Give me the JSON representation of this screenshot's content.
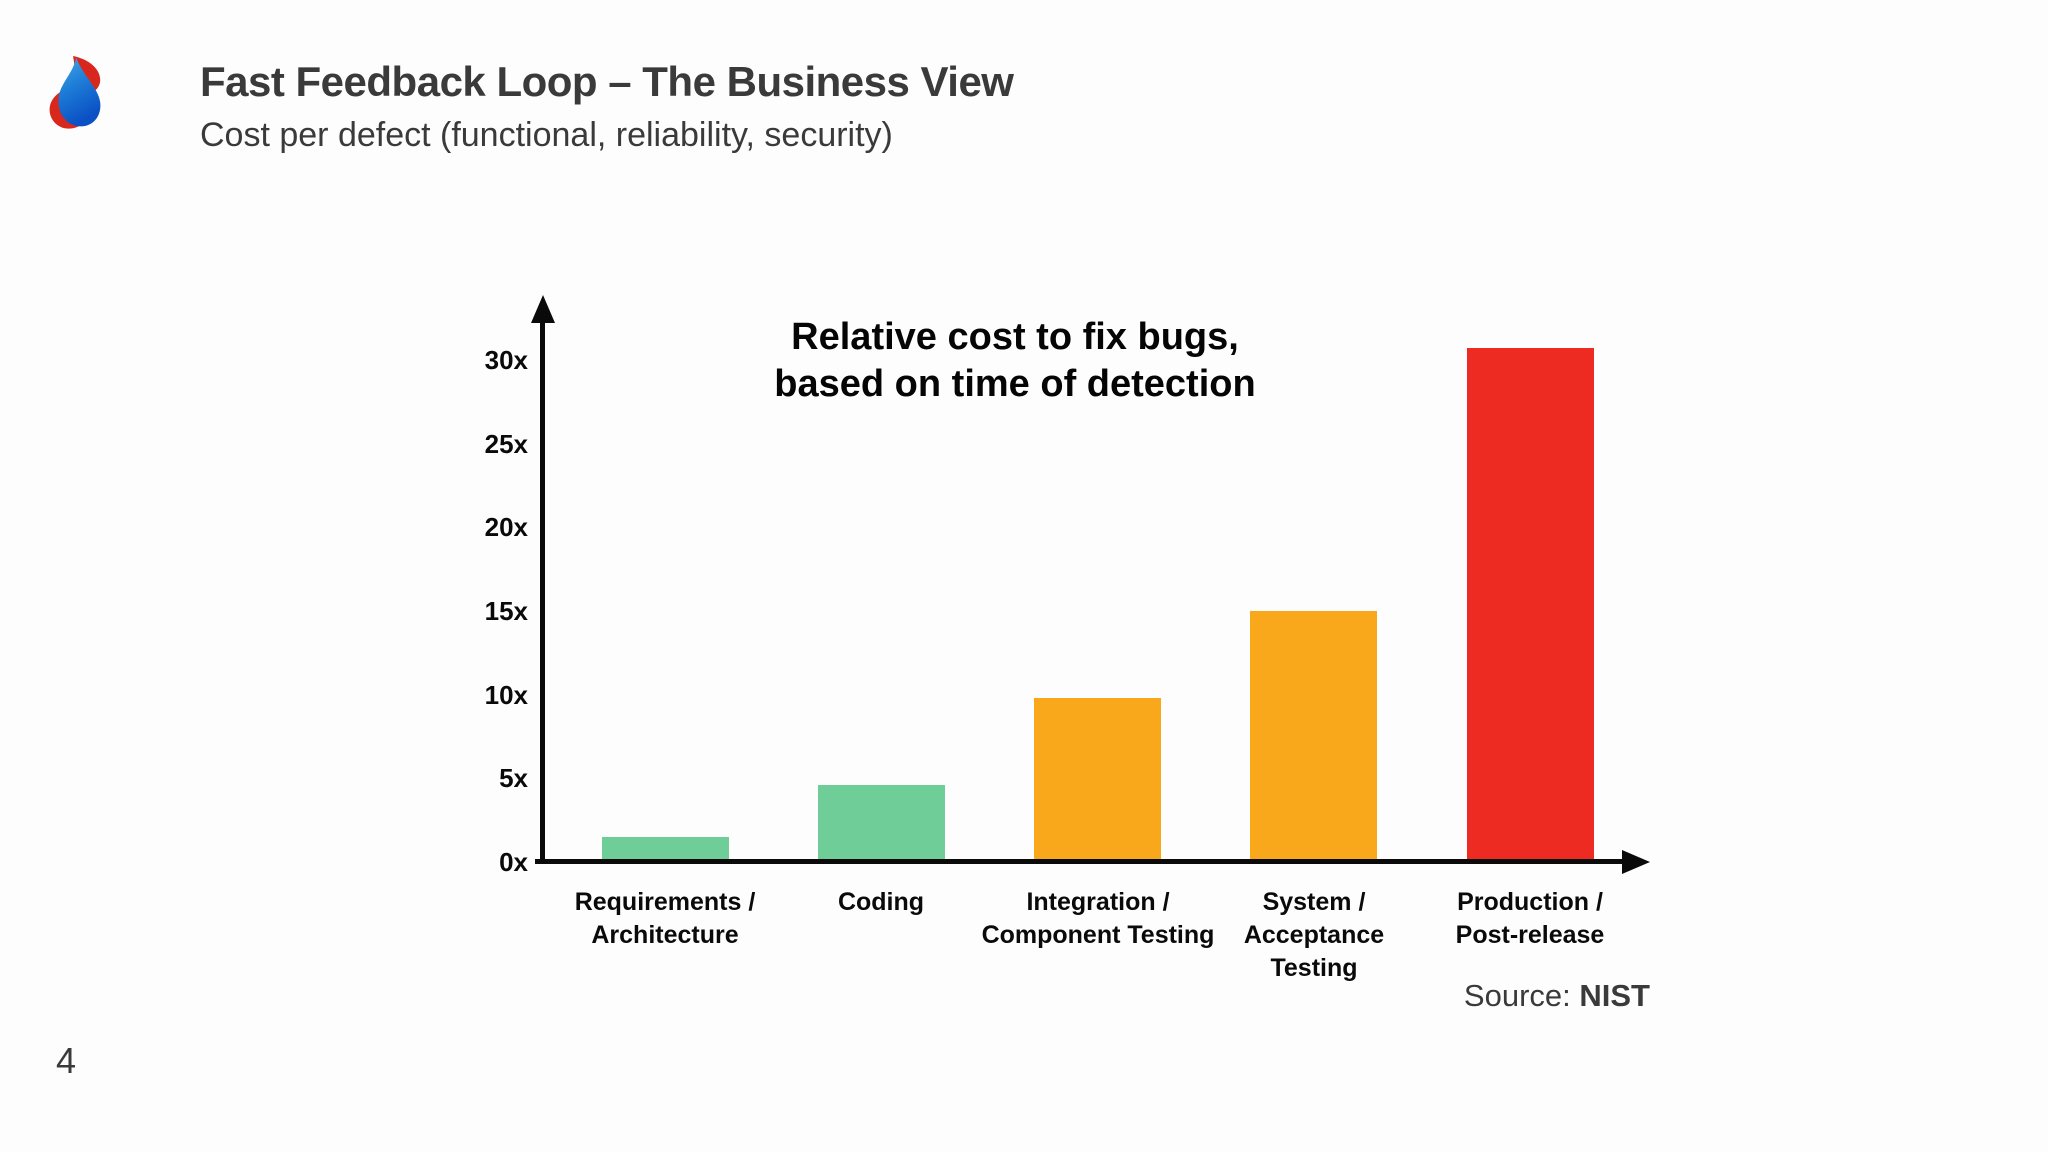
{
  "slide": {
    "title": "Fast Feedback Loop – The Business View",
    "subtitle": "Cost per defect (functional, reliability, security)",
    "page_number": "4",
    "source_prefix": "Source:",
    "source_name": "NIST",
    "logo": "swisscom-logo"
  },
  "colors": {
    "green": "#6FCE98",
    "orange": "#F9A71B",
    "red": "#EE2B22",
    "axis": "#0a0a0a",
    "header_text": "#3a3a3a"
  },
  "chart_data": {
    "type": "bar",
    "title_lines": [
      "Relative cost to fix bugs,",
      "based on time of detection"
    ],
    "categories": [
      [
        "Requirements /",
        "Architecture"
      ],
      [
        "Coding"
      ],
      [
        "Integration /",
        "Component Testing"
      ],
      [
        "System /",
        "Acceptance",
        "Testing"
      ],
      [
        "Production /",
        "Post-release"
      ]
    ],
    "values": [
      1.5,
      4.6,
      9.8,
      15,
      30.7
    ],
    "bar_colors": [
      "#6FCE98",
      "#6FCE98",
      "#F9A71B",
      "#F9A71B",
      "#EE2B22"
    ],
    "y_ticks": [
      "0x",
      "5x",
      "10x",
      "15x",
      "20x",
      "25x",
      "30x"
    ],
    "y_tick_values": [
      0,
      5,
      10,
      15,
      20,
      25,
      30
    ],
    "ylim": [
      0,
      33.6
    ],
    "xlabel": "",
    "ylabel": "",
    "grid": false,
    "legend": "none"
  }
}
